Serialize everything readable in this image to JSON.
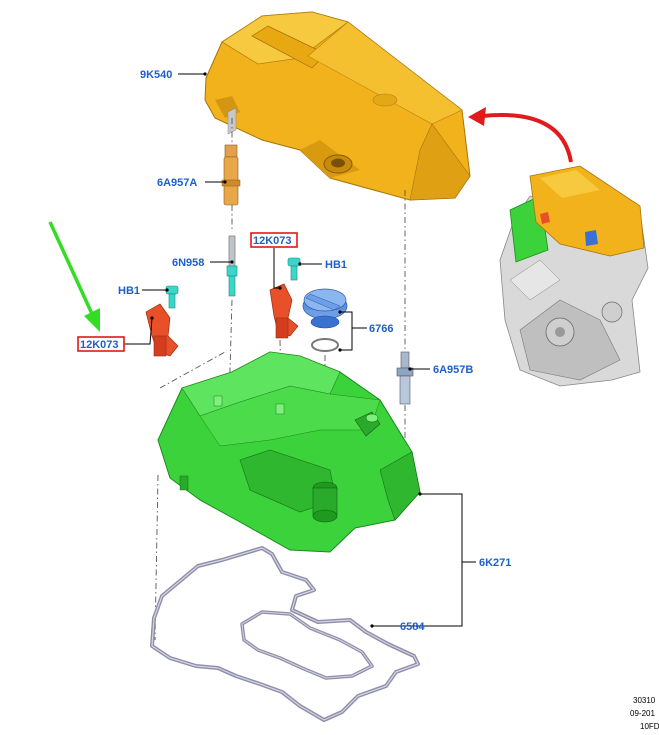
{
  "parts": {
    "cover": "9K540",
    "stud_a": "6A957A",
    "stud_b": "6A957B",
    "bolt": "6N958",
    "sensor_left": "12K073",
    "sensor_right": "12K073",
    "clip_left": "HB1",
    "clip_right": "HB1",
    "cap": "6766",
    "valve_cover": "6K271",
    "gasket": "6584"
  },
  "footer": {
    "line1": "30310",
    "line2": "09-201",
    "line3": "10FD"
  },
  "colors": {
    "label_blue": "#1f5fc8",
    "cover_yellow": "#f2b21c",
    "valve_cover_green": "#3bd23b",
    "sensor_orange": "#e8502a",
    "highlight_red": "#e01818",
    "arrow_red": "#e11b1b",
    "arrow_green": "#33dd22",
    "gasket_gray": "#8e8ea8"
  }
}
